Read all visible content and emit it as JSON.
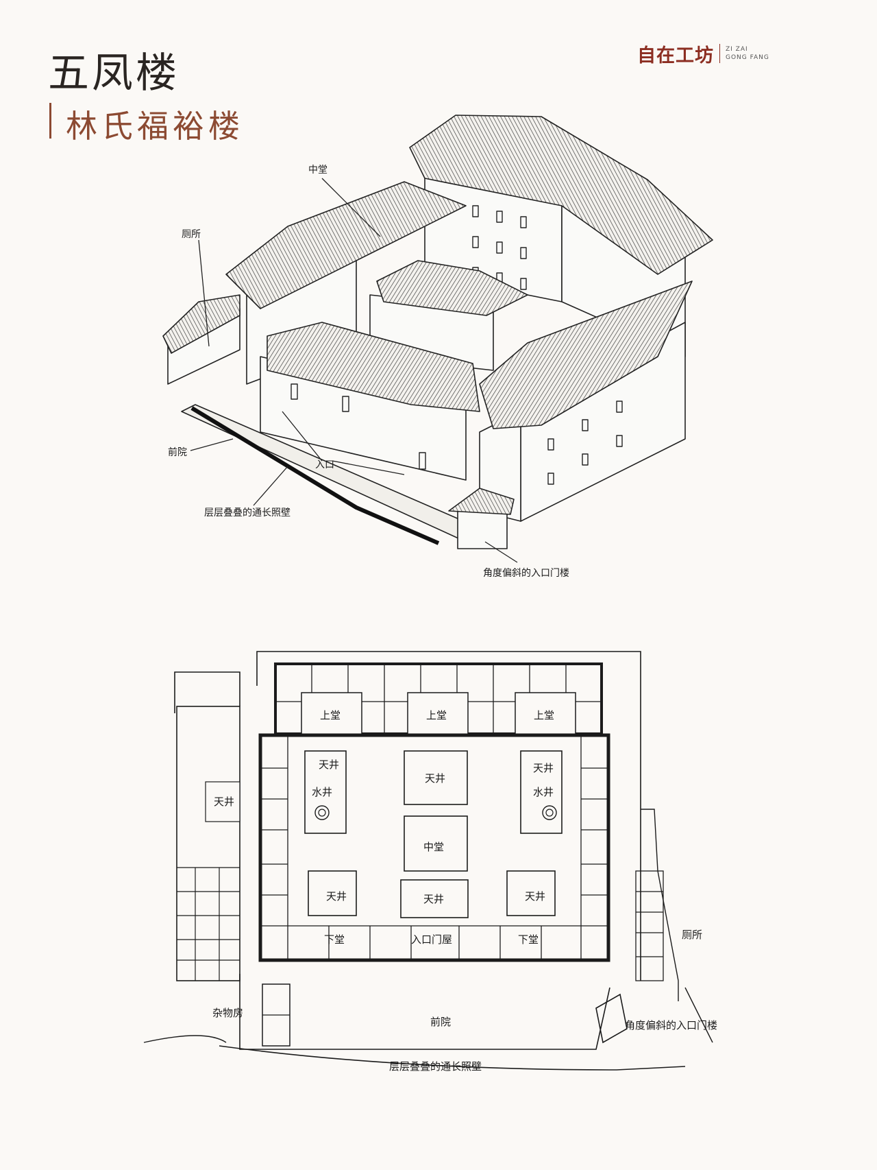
{
  "header": {
    "title": "五凤楼",
    "subtitle": "林氏福裕楼",
    "brand_cn": "自在工坊",
    "brand_en_line1": "ZI ZAI",
    "brand_en_line2": "GONG FANG"
  },
  "iso_labels": {
    "zhongtang": "中堂",
    "cesuo": "厕所",
    "qianyuan": "前院",
    "rukou": "入口",
    "zhaobi": "层层叠叠的通长照壁",
    "menlou": "角度偏斜的入口门楼"
  },
  "plan_labels": {
    "shangtang": "上堂",
    "tianjing": "天井",
    "shuijing": "水井",
    "zhongtang": "中堂",
    "xiatang": "下堂",
    "rukou_menwu": "入口门屋",
    "cesuo": "厕所",
    "zawufang": "杂物房",
    "qianyuan": "前院",
    "menlou": "角度偏斜的入口门楼",
    "zhaobi": "层层叠叠的通长照壁"
  },
  "colors": {
    "accent": "#8c4a32",
    "brand": "#8c2e22",
    "ink": "#1b1b1b"
  }
}
